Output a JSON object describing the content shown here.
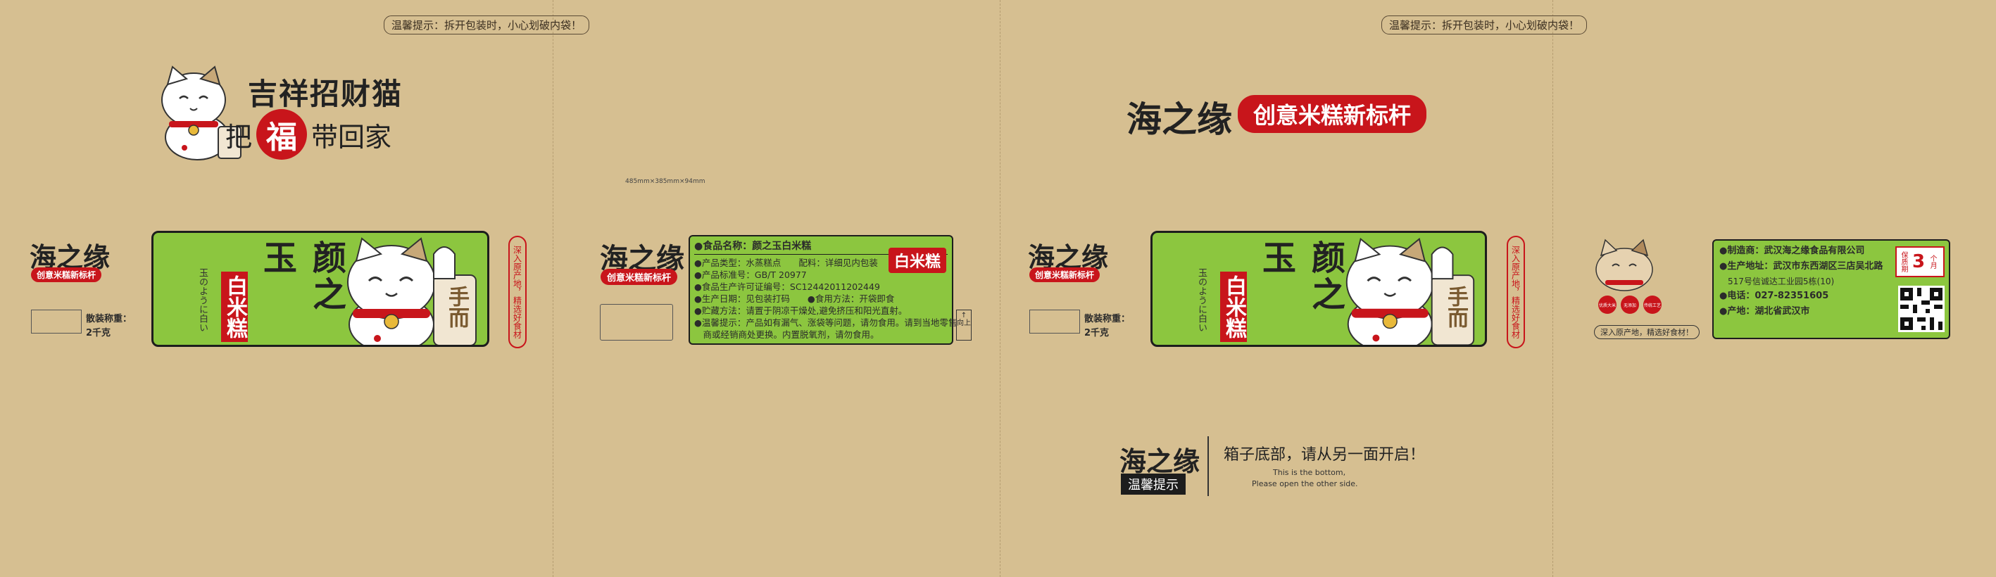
{
  "notices": {
    "top_left": "温馨提示：拆开包装时，小心划破内袋！",
    "top_right": "温馨提示：拆开包装时，小心划破内袋！"
  },
  "slogan": {
    "line1": "吉祥招财猫",
    "line2_pre": "把",
    "line2_fu": "福",
    "line2_post": "带回家"
  },
  "brand": {
    "name": "海之缘",
    "tagline": "创意米糕新标杆",
    "tagline_small": "创意米糕新标杆"
  },
  "product": {
    "name": "颜之玉",
    "type": "白米糕",
    "side_text": "玉のように白い",
    "cat_sign": "手而",
    "green_hint": "深入原产地，精选好食材",
    "net_label": "散装称重：",
    "net_value": "2千克"
  },
  "dimensions": "485mm×385mm×94mm",
  "food_info": {
    "title": "●食品名称：颜之玉白米糕",
    "badge": "白米糕",
    "lines": [
      "●产品类型：水蒸糕点　　配料：详细见内包装",
      "●产品标准号：GB/T 20977",
      "●食品生产许可证编号：SC12442011202449",
      "●生产日期：见包装打码　　●食用方法：开袋即食",
      "●贮藏方法：请置于阴凉干燥处,避免挤压和阳光直射。",
      "●温馨提示：产品如有漏气、涨袋等问题，请勿食用。请到当地零售",
      "　商或经销商处更换。内置脱氧剂，请勿食用。"
    ],
    "up_sign": "↑ 向上"
  },
  "maker": {
    "manufacturer": "●制造商：武汉海之缘食品有限公司",
    "address1": "●生产地址：武汉市东西湖区三店吴北路",
    "address2": "　517号信诚达工业园5栋(10)",
    "phone": "●电话：027-82351605",
    "origin": "●产地：湖北省武汉市",
    "shelf_label": "保质期",
    "shelf_value": "3",
    "shelf_unit": "个月",
    "banner": "深入原产地，精选好食材！",
    "icons": [
      "优质大米",
      "无添加",
      "传统工艺"
    ]
  },
  "bottom": {
    "badge": "温馨提示",
    "cn": "箱子底部，请从另一面开启！",
    "en1": "This is the bottom,",
    "en2": "Please open the other side."
  },
  "colors": {
    "kraft": "#d6bf91",
    "green": "#8cc63f",
    "red": "#c8151b",
    "dark": "#1d1d1d"
  }
}
